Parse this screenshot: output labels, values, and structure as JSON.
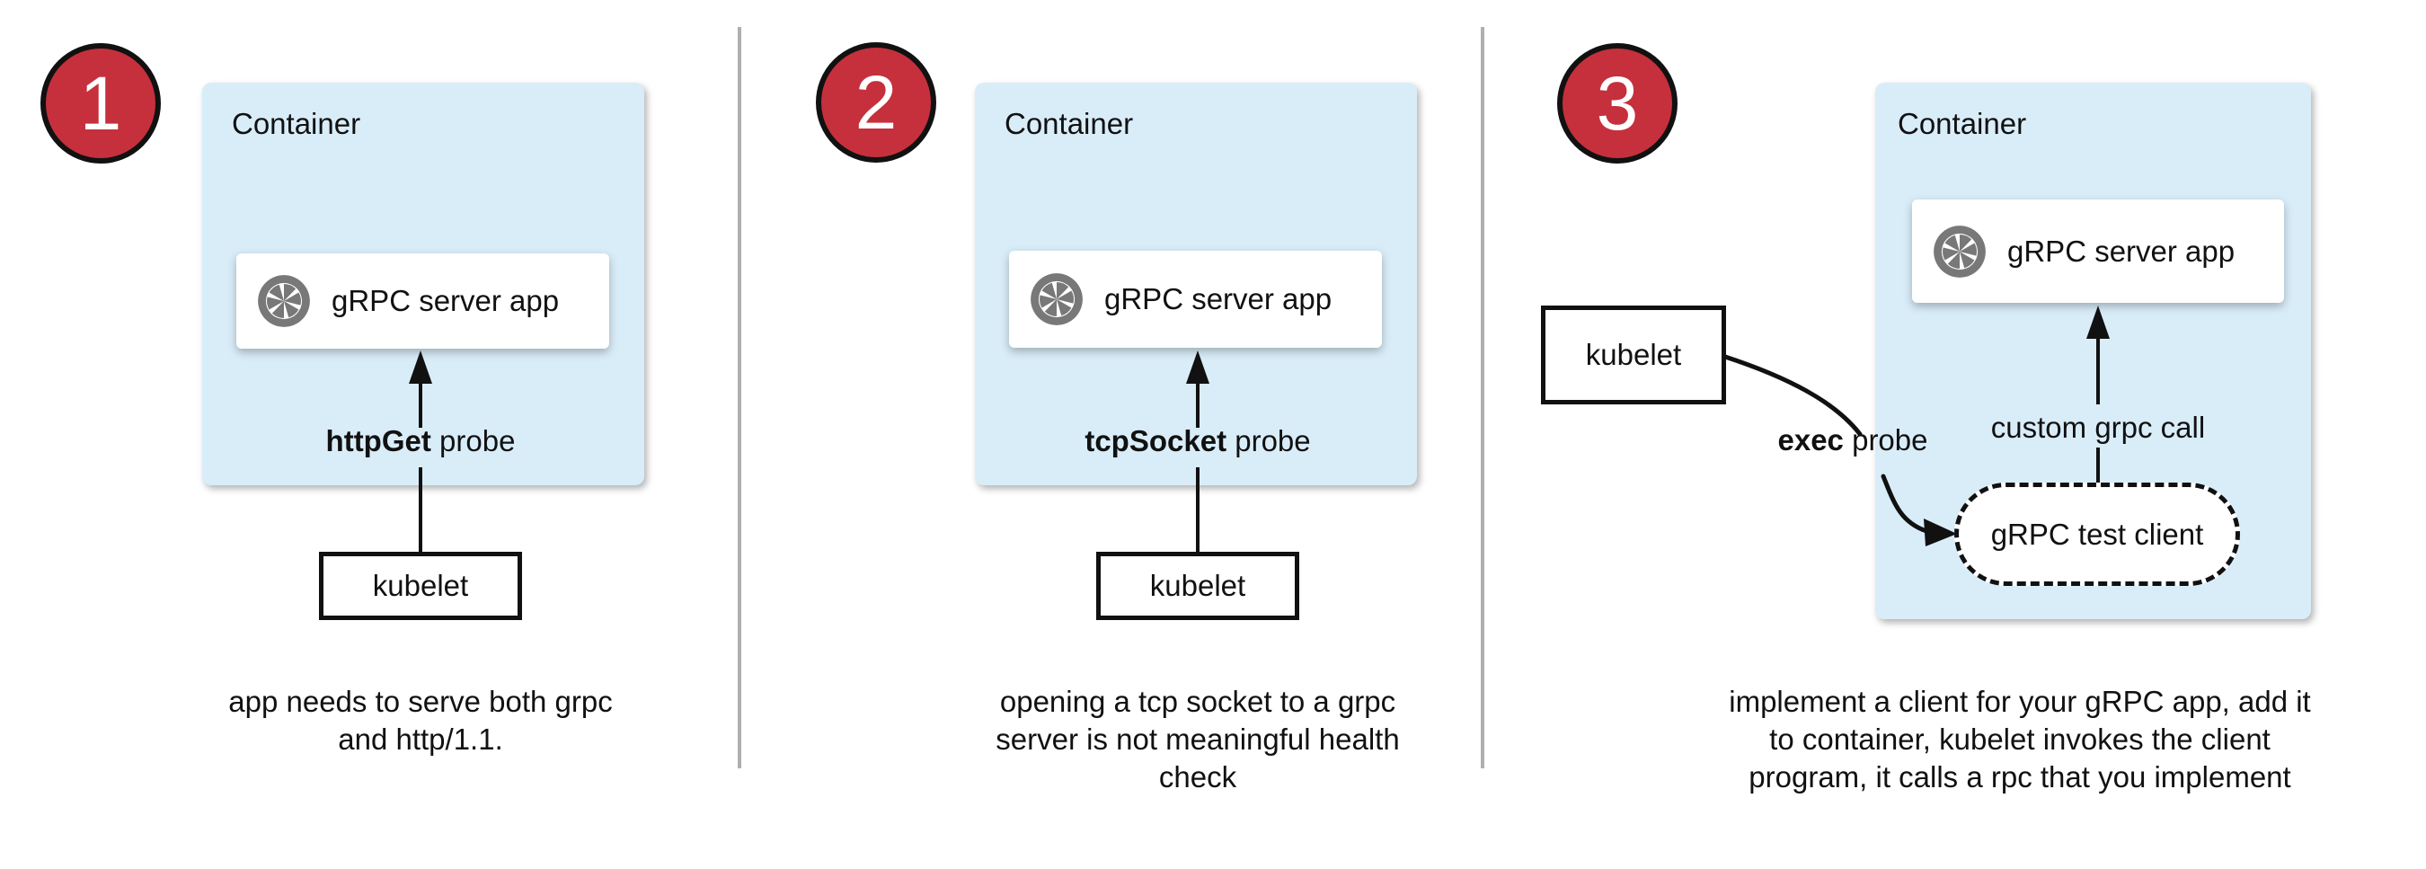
{
  "colors": {
    "badge_red": "#C5303C",
    "container_blue": "#D9EDF9",
    "icon_gray": "#787878",
    "divider_gray": "#AFAFAF",
    "line_black": "#111111"
  },
  "panels": [
    {
      "badge": "1",
      "container_label": "Container",
      "app_label": "gRPC server app",
      "app_icon": "aperture-icon",
      "probe_bold": "httpGet",
      "probe_rest": " probe",
      "kubelet_label": "kubelet",
      "caption_lines": [
        "app needs to serve both grpc",
        "and http/1.1."
      ]
    },
    {
      "badge": "2",
      "container_label": "Container",
      "app_label": "gRPC server app",
      "app_icon": "aperture-icon",
      "probe_bold": "tcpSocket",
      "probe_rest": " probe",
      "kubelet_label": "kubelet",
      "caption_lines": [
        "opening a tcp socket to a grpc",
        "server is not meaningful health",
        "check"
      ]
    },
    {
      "badge": "3",
      "container_label": "Container",
      "app_label": "gRPC server app",
      "app_icon": "aperture-icon",
      "probe_bold": "exec",
      "probe_rest": " probe",
      "kubelet_label": "kubelet",
      "custom_call_label": "custom grpc call",
      "test_client_label": "gRPC test client",
      "caption_lines": [
        "implement a client for your gRPC app, add it",
        "to container, kubelet invokes the client",
        "program, it calls a rpc that you implement"
      ]
    }
  ]
}
